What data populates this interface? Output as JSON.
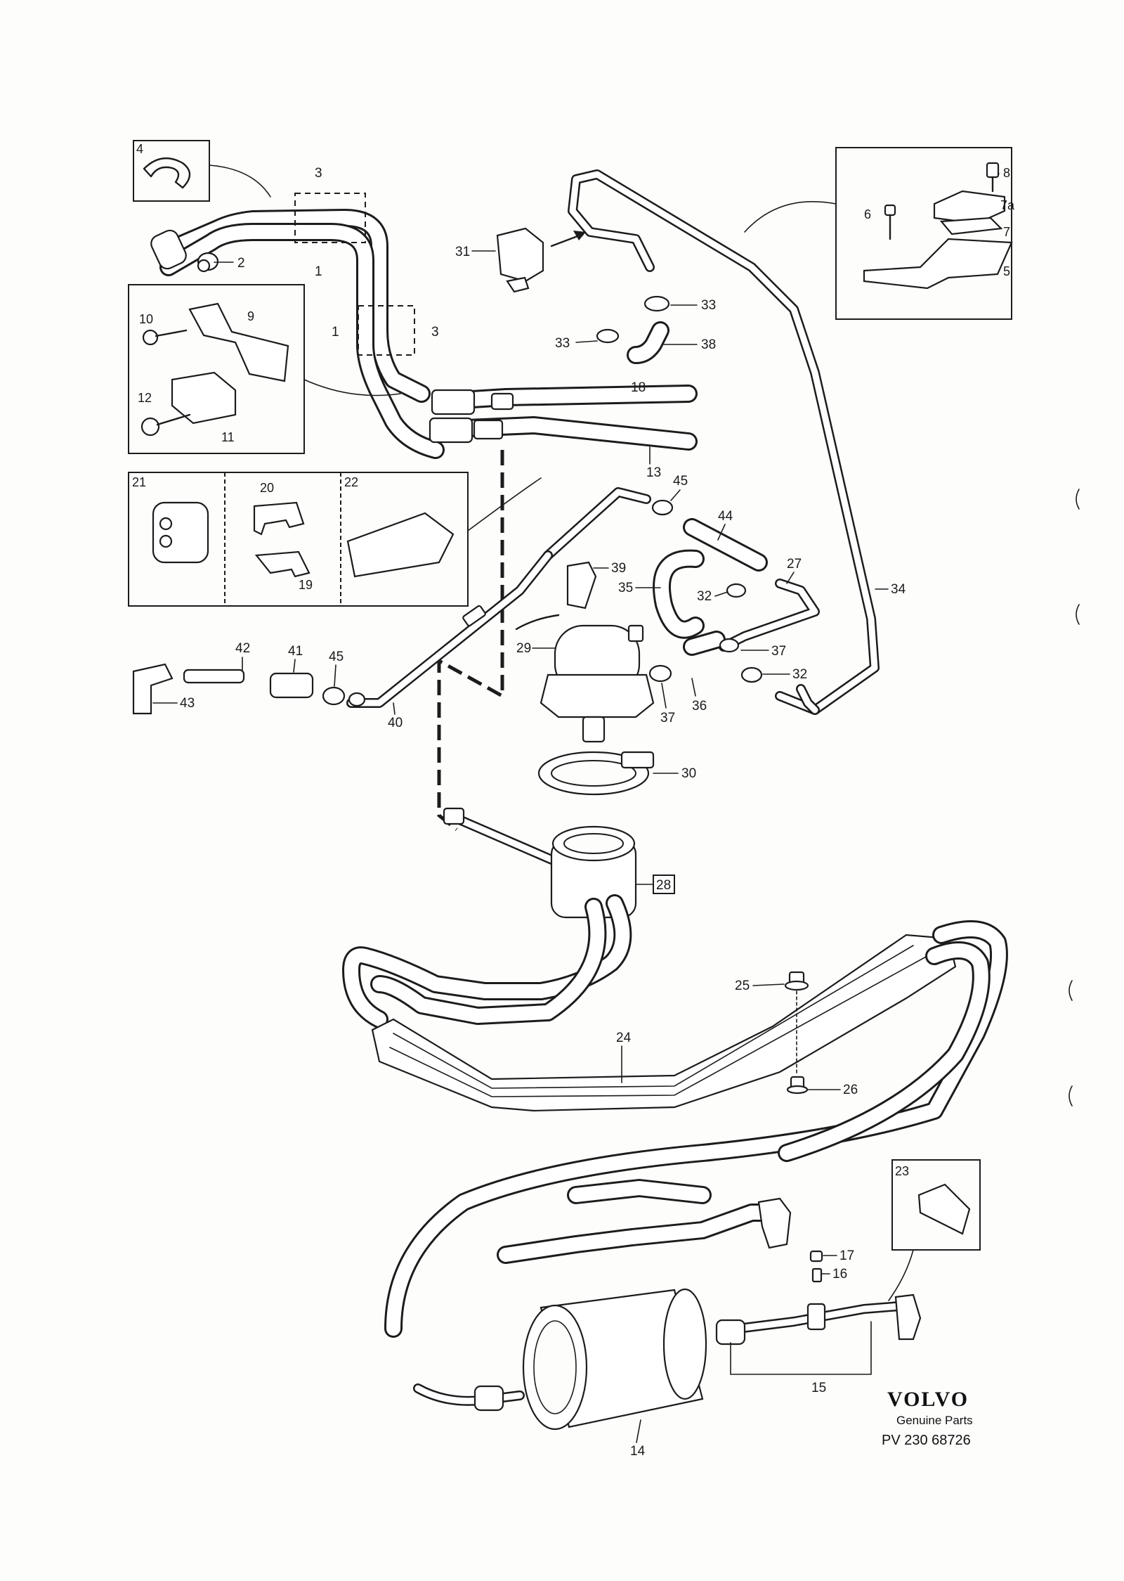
{
  "labels": {
    "l1": "1",
    "l2": "2",
    "l3": "3",
    "l4": "4",
    "l5": "5",
    "l6": "6",
    "l7": "7",
    "l7a": "7a",
    "l8": "8",
    "l9": "9",
    "l10": "10",
    "l11": "11",
    "l12": "12",
    "l13": "13",
    "l14": "14",
    "l15": "15",
    "l16": "16",
    "l17": "17",
    "l18": "18",
    "l19": "19",
    "l20": "20",
    "l21": "21",
    "l22": "22",
    "l23": "23",
    "l24": "24",
    "l25": "25",
    "l26": "26",
    "l27": "27",
    "l28": "28",
    "l29": "29",
    "l30": "30",
    "l31": "31",
    "l32": "32",
    "l33": "33",
    "l34": "34",
    "l35": "35",
    "l36": "36",
    "l37": "37",
    "l38": "38",
    "l39": "39",
    "l40": "40",
    "l41": "41",
    "l42": "42",
    "l43": "43",
    "l44": "44",
    "l45": "45"
  },
  "brand": {
    "name": "VOLVO",
    "subtitle": "Genuine Parts",
    "code": "PV 230 68726"
  }
}
